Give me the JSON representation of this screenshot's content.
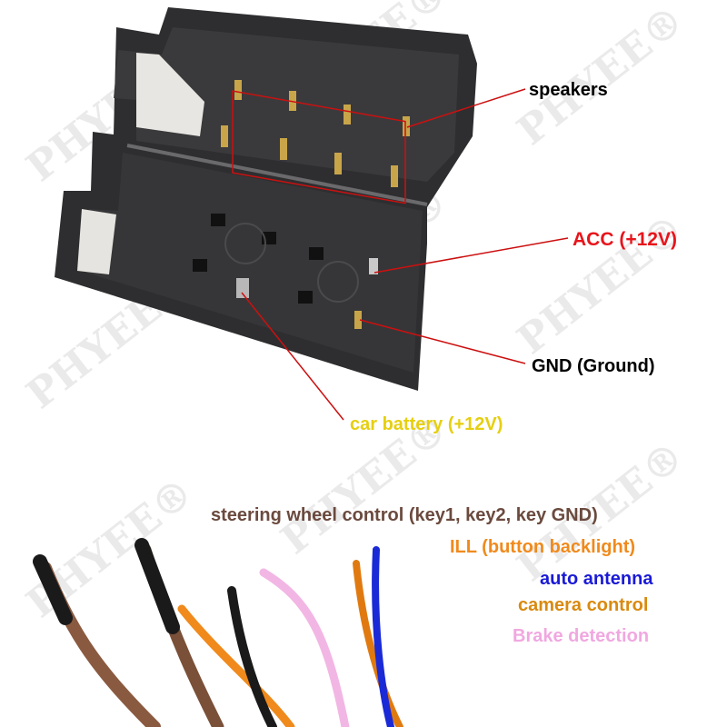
{
  "watermark": {
    "text": "PHYEE",
    "mark": "®"
  },
  "connector_labels": {
    "speakers": "speakers",
    "acc": "ACC (+12V)",
    "gnd": "GND (Ground)",
    "battery": "car battery (+12V)"
  },
  "wire_labels": {
    "steering": "steering wheel control (key1, key2, key GND)",
    "ill": "ILL (button backlight)",
    "antenna": "auto antenna",
    "camera": "camera control",
    "brake": "Brake detection"
  },
  "colors": {
    "speakers": "#000000",
    "acc": "#e8141b",
    "gnd": "#000000",
    "battery": "#e6cf10",
    "steering": "#6b4a3e",
    "ill": "#f08a1c",
    "antenna": "#1a1ad6",
    "camera": "#d98a10",
    "brake": "#f0a8e0",
    "leader": "#cc1010",
    "housing": "#2e2e30",
    "pin": "#c9a54a"
  }
}
